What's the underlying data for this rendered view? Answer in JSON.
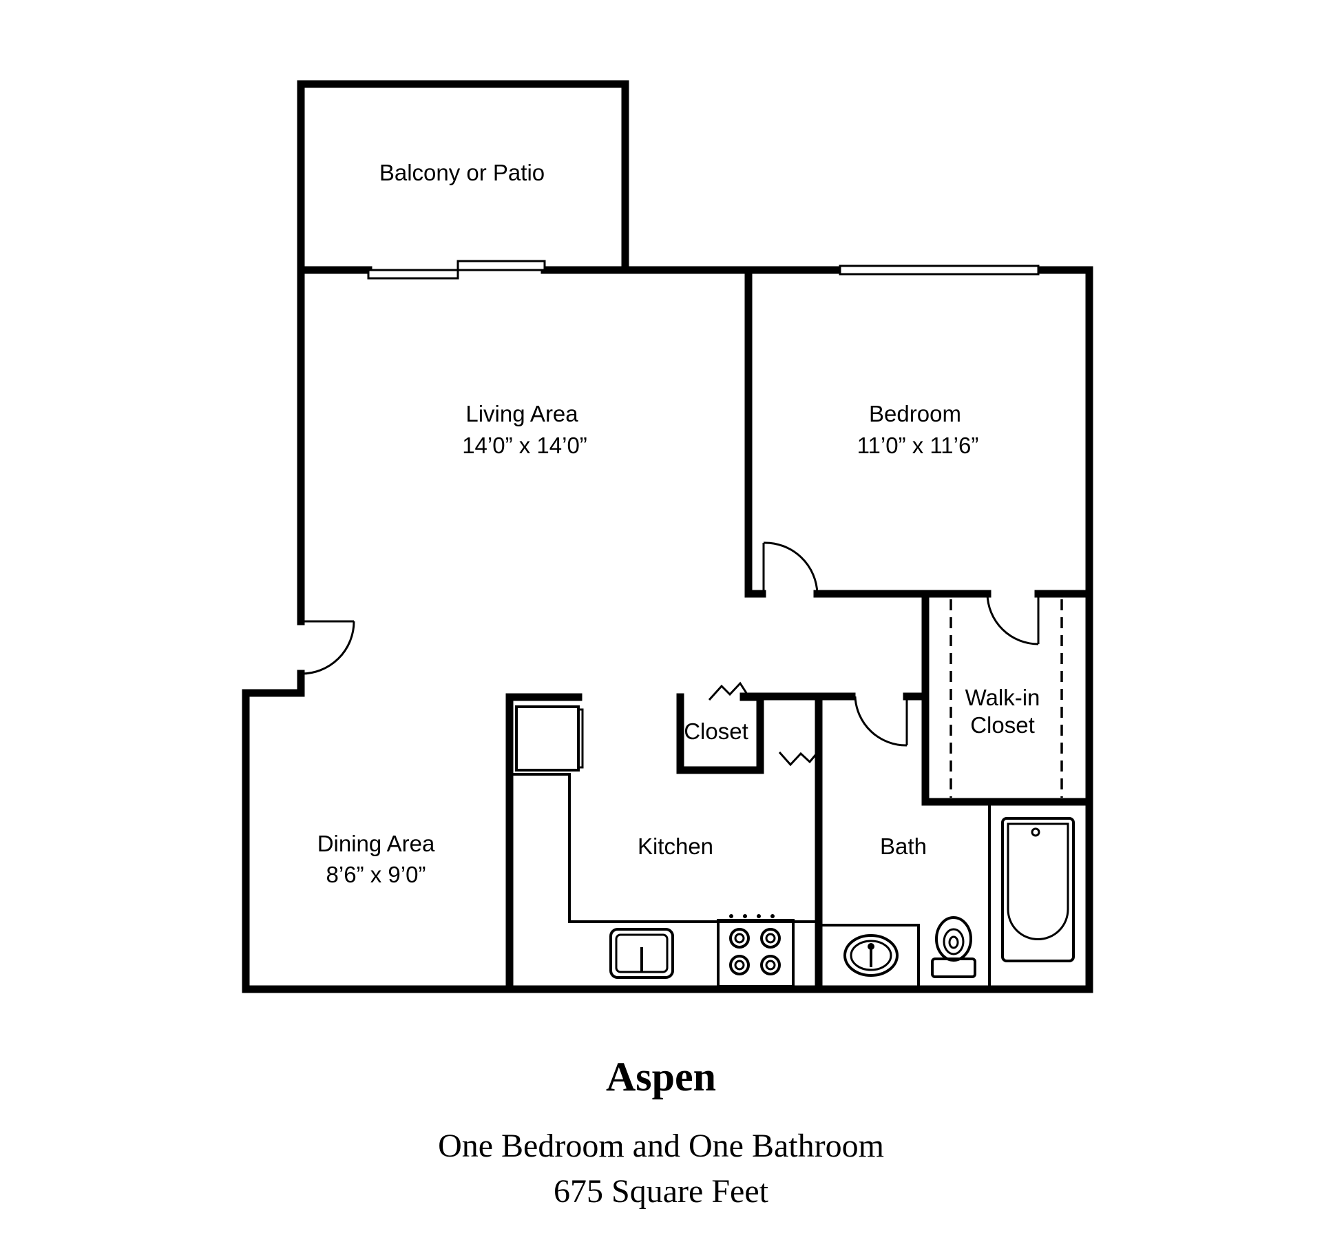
{
  "rooms": {
    "balcony": {
      "name": "Balcony or Patio"
    },
    "living": {
      "name": "Living Area",
      "dimensions": "14’0” x 14’0”"
    },
    "bedroom": {
      "name": "Bedroom",
      "dimensions": "11’0” x 11’6”"
    },
    "walkin": {
      "line1": "Walk-in",
      "line2": "Closet"
    },
    "closet": {
      "name": "Closet"
    },
    "kitchen": {
      "name": "Kitchen"
    },
    "bath": {
      "name": "Bath"
    },
    "dining": {
      "name": "Dining Area",
      "dimensions": "8’6” x 9’0”"
    }
  },
  "plan": {
    "name": "Aspen",
    "type": "One Bedroom and One Bathroom",
    "size": "675 Square Feet"
  }
}
